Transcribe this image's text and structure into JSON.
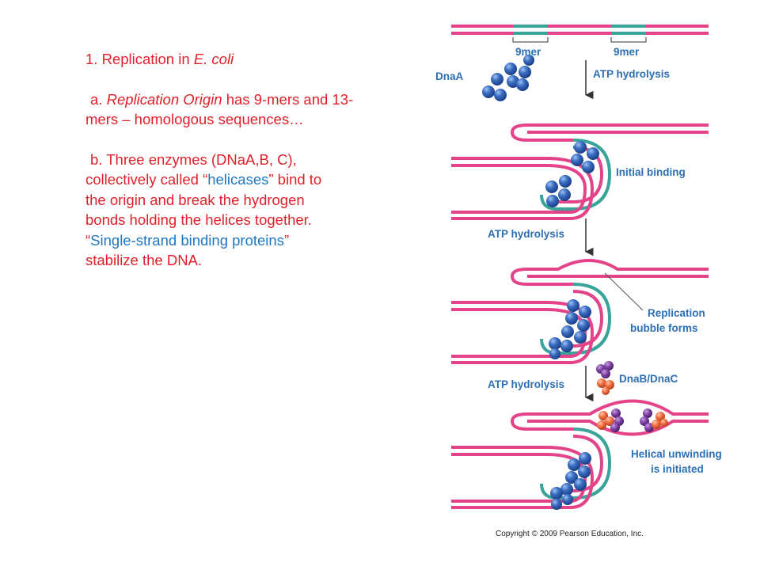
{
  "text": {
    "heading_prefix": "1.  Replication in ",
    "heading_em": "E. coli",
    "a_prefix": "a. ",
    "a_em": "Replication Origin",
    "a_rest_line1": " has 9-mers and 13-",
    "a_line2": "mers – homologous sequences…",
    "b_line1": "b. Three enzymes (DNaA,B, C),",
    "b_line2_pre": "collectively called “",
    "b_line2_blue": "helicases",
    "b_line2_post": "” bind to",
    "b_line3": "the origin and break the hydrogen",
    "b_line4": "bonds holding the helices together.",
    "b_line5_pre": "“",
    "b_line5_blue": "Single-strand binding proteins",
    "b_line5_post": "”",
    "b_line6": "stabilize the DNA."
  },
  "diagram": {
    "labels": {
      "ninemer_left": "9mer",
      "ninemer_right": "9mer",
      "dnaa": "DnaA",
      "atp1": "ATP hydrolysis",
      "initial_binding": "Initial binding",
      "atp2": "ATP hydrolysis",
      "bubble_line1": "Replication",
      "bubble_line2": "bubble forms",
      "atp3": "ATP hydrolysis",
      "dnab": "DnaB/DnaC",
      "unwinding_line1": "Helical unwinding",
      "unwinding_line2": "is initiated",
      "copyright": "Copyright © 2009 Pearson Education, Inc."
    },
    "colors": {
      "dna": "#e4438a",
      "ninemer": "#3aa39a",
      "label": "#2c6fb4",
      "dnaa_protein": "#2e5fb0",
      "dnab": "#7b3fa0",
      "dnac": "#f06a3c"
    }
  }
}
